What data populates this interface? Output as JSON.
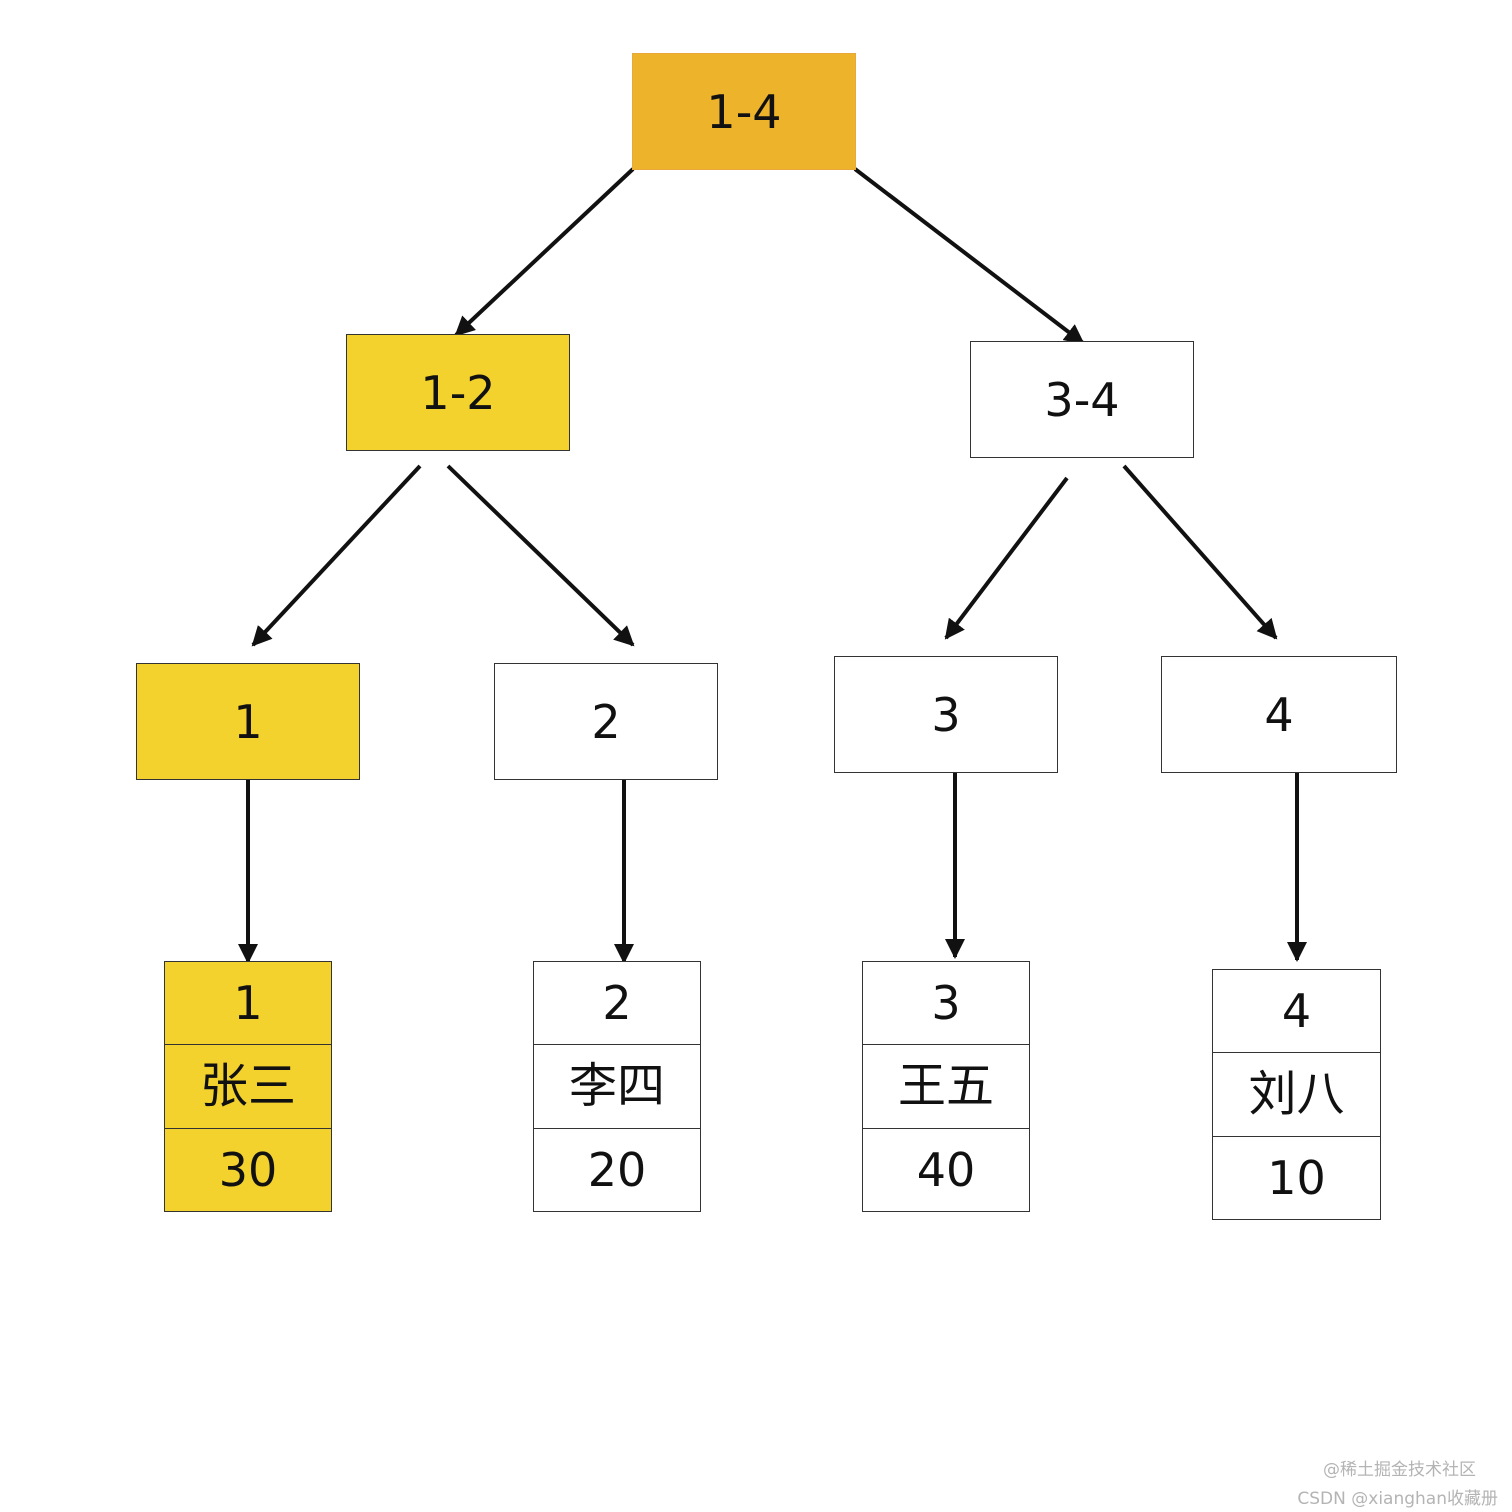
{
  "colors": {
    "root_highlight": "#edb32a",
    "path_highlight": "#f3d22e",
    "default_fill": "#ffffff",
    "edge": "#111111"
  },
  "nodes": {
    "root": "1-4",
    "left_inner": "1-2",
    "right_inner": "3-4",
    "leaf_1": "1",
    "leaf_2": "2",
    "leaf_3": "3",
    "leaf_4": "4"
  },
  "records": [
    {
      "id": "1",
      "name": "张三",
      "value": "30",
      "highlighted": true
    },
    {
      "id": "2",
      "name": "李四",
      "value": "20",
      "highlighted": false
    },
    {
      "id": "3",
      "name": "王五",
      "value": "40",
      "highlighted": false
    },
    {
      "id": "4",
      "name": "刘八",
      "value": "10",
      "highlighted": false
    }
  ],
  "highlighted_path": [
    "1-4",
    "1-2",
    "1"
  ],
  "watermark": {
    "line1": "@稀土掘金技术社区",
    "line2": "CSDN @xianghan收藏册"
  }
}
